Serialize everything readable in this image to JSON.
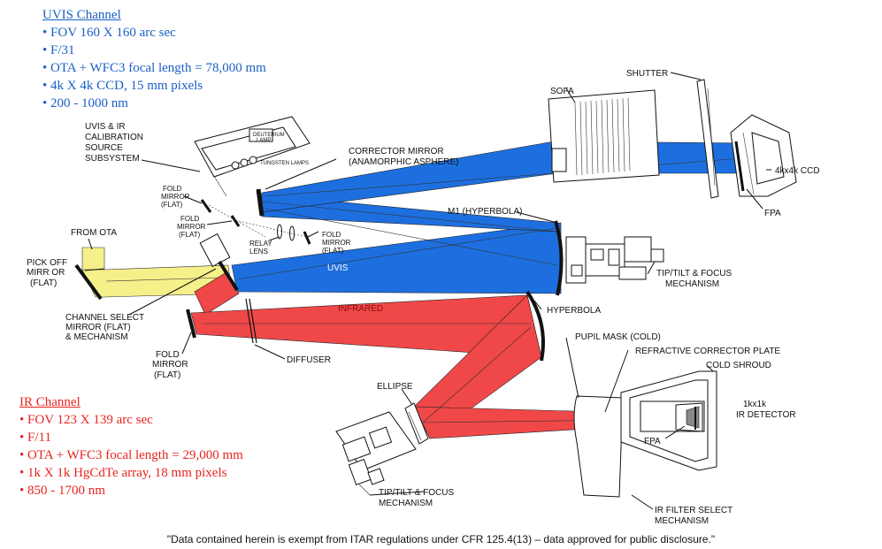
{
  "uvis": {
    "title": "UVIS Channel",
    "specs": [
      "FOV 160 X 160 arc sec",
      "F/31",
      "OTA + WFC3 focal length = 78,000 mm",
      "4k X 4k CCD, 15 mm pixels",
      "200 - 1000 nm"
    ],
    "color": "#1a5fc4"
  },
  "ir": {
    "title": "IR Channel",
    "specs": [
      "FOV 123 X 139 arc sec",
      "F/11",
      "OTA + WFC3 focal length = 29,000 mm",
      "1k X 1k HgCdTe array, 18 mm pixels",
      "850 - 1700 nm"
    ],
    "color": "#e8231f"
  },
  "beam_colors": {
    "uvis": "#1d6fe0",
    "ir": "#f04848",
    "ota": "#f5f08a"
  },
  "labels": {
    "cal_line1": "UVIS & IR",
    "cal_line2": "CALIBRATION",
    "cal_line3": "SOURCE",
    "cal_line4": "SUBSYSTEM",
    "deuterium_line1": "DEUTERIUM",
    "deuterium_line2": "LAMP",
    "tungsten": "TUNGSTEN LAMPS",
    "corrector_line1": "CORRECTOR MIRROR",
    "corrector_line2": "(ANAMORPHIC ASPHERE)",
    "shutter": "SHUTTER",
    "sofa": "SOFA",
    "ccd": "4kx4k CCD",
    "fpa_uvis": "FPA",
    "fold1_line1": "FOLD",
    "fold1_line2": "MIRROR",
    "fold1_line3": "(FLAT)",
    "fold2_line1": "FOLD",
    "fold2_line2": "MIRROR",
    "fold2_line3": "(FLAT)",
    "fold3_line1": "FOLD",
    "fold3_line2": "MIRROR",
    "fold3_line3": "(FLAT)",
    "relay_line1": "RELAY",
    "relay_line2": "LENS",
    "m1": "M1 (HYPERBOLA)",
    "from_ota": "FROM OTA",
    "pickoff_line1": "PICK OFF",
    "pickoff_line2": "MIRR  OR",
    "pickoff_line3": "(FLAT)",
    "uvis_beam": "UVIS",
    "tiptilt_uvis_line1": "TIP/TILT & FOCUS",
    "tiptilt_uvis_line2": "MECHANISM",
    "channel_select_line1": "CHANNEL SELECT",
    "channel_select_line2": "MIRROR (FLAT)",
    "channel_select_line3": "& MECHANISM",
    "infrared_beam": "INFRARED",
    "hyperbola": "HYPERBOLA",
    "fold4_line1": "FOLD",
    "fold4_line2": "MIRROR",
    "fold4_line3": "(FLAT)",
    "diffuser": "DIFFUSER",
    "pupil_mask": "PUPIL MASK (COLD)",
    "refractive": "REFRACTIVE CORRECTOR PLATE",
    "cold_shroud": "COLD SHROUD",
    "ellipse": "ELLIPSE",
    "ir_detector_line1": "1kx1k",
    "ir_detector_line2": "IR DETECTOR",
    "fpa_ir": "FPA",
    "tiptilt_ir_line1": "TIP/TILT & FOCUS",
    "tiptilt_ir_line2": "MECHANISM",
    "ir_filter_line1": "IR FILTER SELECT",
    "ir_filter_line2": "MECHANISM"
  },
  "disclaimer": "\"Data contained herein is exempt from ITAR regulations under CFR 125.4(13) – data approved for public disclosure.\""
}
